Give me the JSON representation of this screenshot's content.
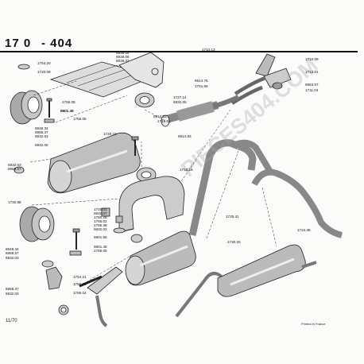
{
  "header": {
    "section": "17 0",
    "model": "- 404"
  },
  "watermark": "PIECES404.COM",
  "footer": {
    "date": "11/70",
    "printed": "Printed in France"
  },
  "parts": [
    "6938.04",
    "6938.06",
    "6938.07",
    "1754.20",
    "1720.09",
    "1714.13",
    "6914.76",
    "1751.65",
    "1710.09",
    "1712.01",
    "6953.07",
    "1711.04",
    "6901.48",
    "6914.83",
    "1719.01",
    "1727.14",
    "6932.05",
    "1720.10",
    "1755.08",
    "6901.48",
    "1756.05",
    "6948.34",
    "6958.37",
    "6932.03",
    "6932.06",
    "6914.83",
    "1718.16",
    "6932.03",
    "6958.57",
    "1730.88",
    "1719.01",
    "6932.07",
    "1750.26",
    "1756.02",
    "1755.38",
    "6932.03",
    "6901.55",
    "6901.48",
    "1756.05",
    "1725.41",
    "1730.33",
    "1724.38",
    "6948.34",
    "6958.57",
    "6932.03",
    "1754.21",
    "1765.23",
    "1766.04",
    "6958.37",
    "6932.03"
  ]
}
